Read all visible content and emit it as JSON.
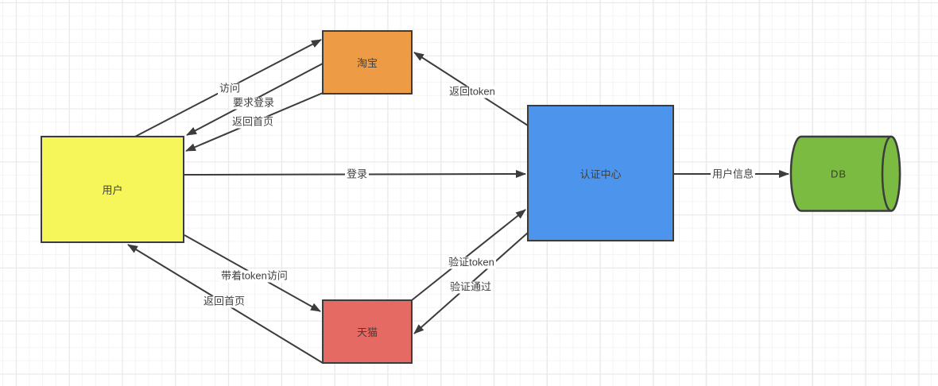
{
  "canvas": {
    "background": "#ffffff",
    "grid_minor_color": "#f4f4f4",
    "grid_major_color": "#e8e8e8",
    "stroke_color": "#3c3c3c"
  },
  "nodes": {
    "user": {
      "label": "用户",
      "color": "#f6f65a"
    },
    "taobao": {
      "label": "淘宝",
      "color": "#ed9c45"
    },
    "tmall": {
      "label": "天猫",
      "color": "#e66a64"
    },
    "auth_center": {
      "label": "认证中心",
      "color": "#4d95ec"
    },
    "db": {
      "label": "DB",
      "color": "#7cbb42"
    }
  },
  "edges": {
    "visit": {
      "label": "访问",
      "from": "用户",
      "to": "淘宝"
    },
    "require_login": {
      "label": "要求登录",
      "from": "淘宝",
      "to": "用户"
    },
    "return_home_taobao": {
      "label": "返回首页",
      "from": "淘宝",
      "to": "用户"
    },
    "login": {
      "label": "登录",
      "from": "用户",
      "to": "认证中心"
    },
    "return_token": {
      "label": "返回token",
      "from": "认证中心",
      "to": "淘宝"
    },
    "user_info": {
      "label": "用户信息",
      "from": "认证中心",
      "to": "DB"
    },
    "verify_token": {
      "label": "验证token",
      "from": "天猫",
      "to": "认证中心"
    },
    "verify_passed": {
      "label": "验证通过",
      "from": "认证中心",
      "to": "天猫"
    },
    "visit_with_token": {
      "label": "带着token访问",
      "from": "用户",
      "to": "天猫"
    },
    "return_home_tmall": {
      "label": "返回首页",
      "from": "天猫",
      "to": "用户"
    }
  }
}
